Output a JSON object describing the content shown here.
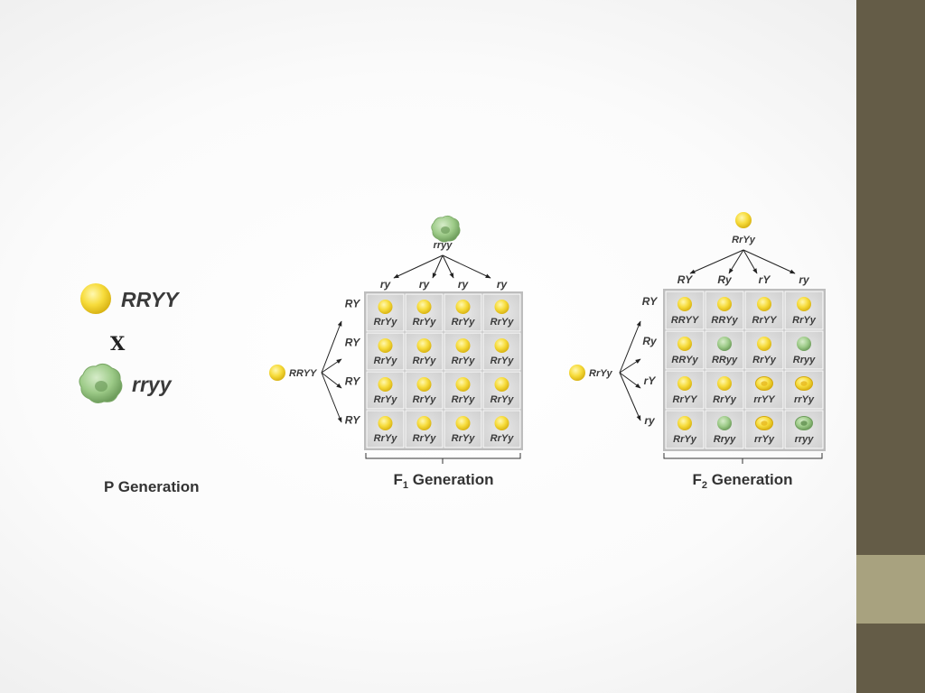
{
  "colors": {
    "sidebar": "#645c47",
    "sidebar_accent": "#a8a27f",
    "yellow_pea": "#f7dc3c",
    "green_pea": "#8fbf7a",
    "grid_cell": "#dcdcdc"
  },
  "p_generation": {
    "parent1": {
      "genotype": "RRYY",
      "pea": "yellow-round"
    },
    "cross": "X",
    "parent2": {
      "genotype": "rryy",
      "pea": "green-wrinkled"
    },
    "label": "P Generation"
  },
  "f1_generation": {
    "top_parent": {
      "genotype": "rryy",
      "pea": "green-wrinkled"
    },
    "left_parent": {
      "genotype": "RRYY",
      "pea": "yellow-round"
    },
    "col_gametes": [
      "ry",
      "ry",
      "ry",
      "ry"
    ],
    "row_gametes": [
      "RY",
      "RY",
      "RY",
      "RY"
    ],
    "cells": [
      [
        {
          "g": "RrYy",
          "p": "yr"
        },
        {
          "g": "RrYy",
          "p": "yr"
        },
        {
          "g": "RrYy",
          "p": "yr"
        },
        {
          "g": "RrYy",
          "p": "yr"
        }
      ],
      [
        {
          "g": "RrYy",
          "p": "yr"
        },
        {
          "g": "RrYy",
          "p": "yr"
        },
        {
          "g": "RrYy",
          "p": "yr"
        },
        {
          "g": "RrYy",
          "p": "yr"
        }
      ],
      [
        {
          "g": "RrYy",
          "p": "yr"
        },
        {
          "g": "RrYy",
          "p": "yr"
        },
        {
          "g": "RrYy",
          "p": "yr"
        },
        {
          "g": "RrYy",
          "p": "yr"
        }
      ],
      [
        {
          "g": "RrYy",
          "p": "yr"
        },
        {
          "g": "RrYy",
          "p": "yr"
        },
        {
          "g": "RrYy",
          "p": "yr"
        },
        {
          "g": "RrYy",
          "p": "yr"
        }
      ]
    ],
    "label_main": "F",
    "label_sub": "1",
    "label_rest": " Generation"
  },
  "f2_generation": {
    "top_parent": {
      "genotype": "RrYy",
      "pea": "yellow-round"
    },
    "left_parent": {
      "genotype": "RrYy",
      "pea": "yellow-round"
    },
    "col_gametes": [
      "RY",
      "Ry",
      "rY",
      "ry"
    ],
    "row_gametes": [
      "RY",
      "Ry",
      "rY",
      "ry"
    ],
    "cells": [
      [
        {
          "g": "RRYY",
          "p": "yr"
        },
        {
          "g": "RRYy",
          "p": "yr"
        },
        {
          "g": "RrYY",
          "p": "yr"
        },
        {
          "g": "RrYy",
          "p": "yr"
        }
      ],
      [
        {
          "g": "RRYy",
          "p": "yr"
        },
        {
          "g": "RRyy",
          "p": "gr"
        },
        {
          "g": "RrYy",
          "p": "yr"
        },
        {
          "g": "Rryy",
          "p": "gr"
        }
      ],
      [
        {
          "g": "RrYY",
          "p": "yr"
        },
        {
          "g": "RrYy",
          "p": "yr"
        },
        {
          "g": "rrYY",
          "p": "yw"
        },
        {
          "g": "rrYy",
          "p": "yw"
        }
      ],
      [
        {
          "g": "RrYy",
          "p": "yr"
        },
        {
          "g": "Rryy",
          "p": "gr"
        },
        {
          "g": "rrYy",
          "p": "yw"
        },
        {
          "g": "rryy",
          "p": "gw"
        }
      ]
    ],
    "label_main": "F",
    "label_sub": "2",
    "label_rest": " Generation"
  }
}
